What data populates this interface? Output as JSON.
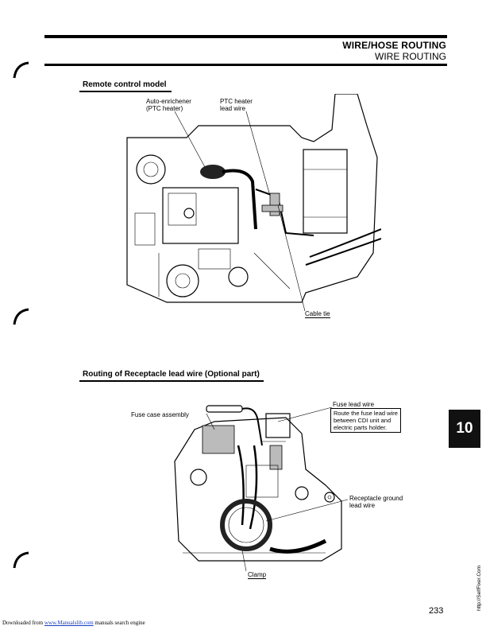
{
  "header": {
    "title": "WIRE/HOSE ROUTING",
    "subtitle": "WIRE ROUTING"
  },
  "section1": {
    "title": "Remote control model",
    "labels": {
      "auto_enrichener": "Auto-enrichener\n(PTC heater)",
      "ptc_heater_lead": "PTC heater\nlead wire",
      "cable_tie": "Cable tie"
    }
  },
  "section2": {
    "title": "Routing of Receptacle lead wire (Optional part)",
    "labels": {
      "fuse_case_assembly": "Fuse case assembly",
      "fuse_lead_wire": "Fuse lead wire",
      "fuse_route_note": "Route the fuse lead wire\nbetween CDI unit and\nelectric parts holder.",
      "receptacle_ground": "Receptacle ground\nlead wire",
      "clamp": "Clamp"
    }
  },
  "chapter_tab": "10",
  "page_number": "233",
  "vertical_text": "http://SelfFixer.Com",
  "footer": {
    "prefix": "Downloaded from ",
    "link": "www.Manualslib.com",
    "suffix": " manuals search engine"
  }
}
